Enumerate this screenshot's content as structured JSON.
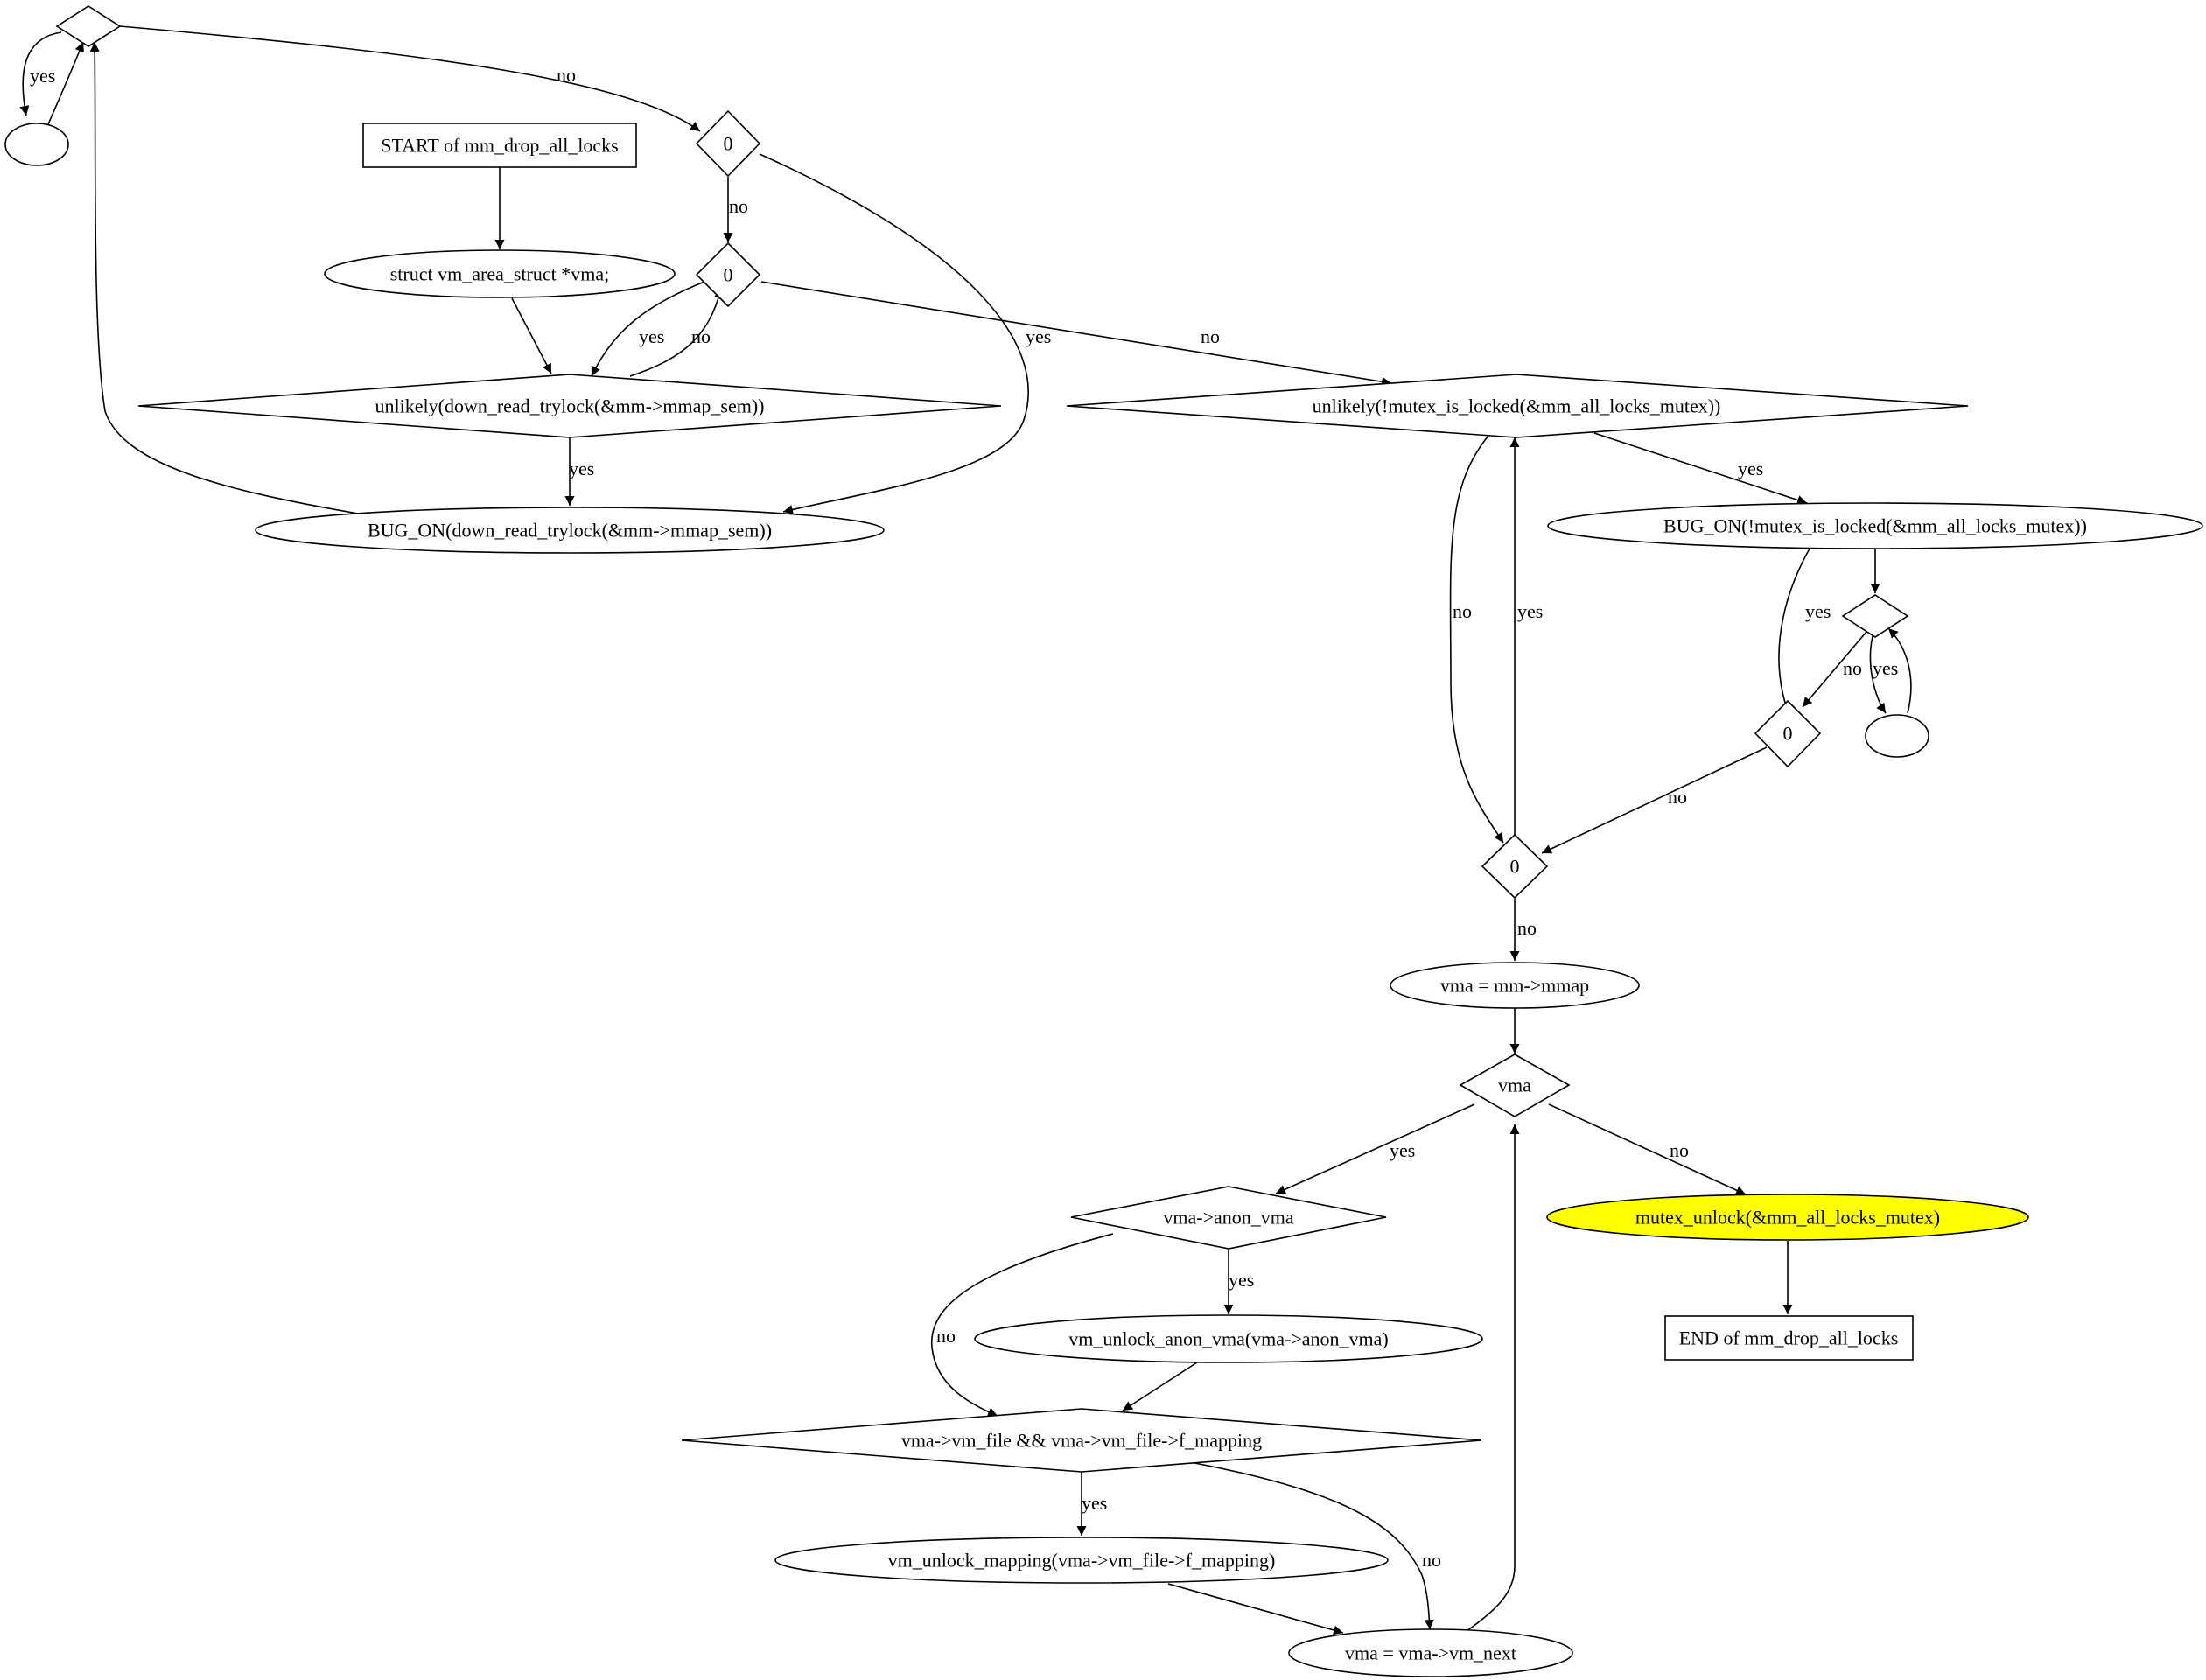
{
  "nodes": {
    "start": "START of mm_drop_all_locks",
    "decl": "struct vm_area_struct *vma;",
    "cond_trylock": "unlikely(down_read_trylock(&mm->mmap_sem))",
    "bug_trylock": "BUG_ON(down_read_trylock(&mm->mmap_sem))",
    "zero_a": "0",
    "zero_b": "0",
    "cond_mutex": "unlikely(!mutex_is_locked(&mm_all_locks_mutex))",
    "bug_mutex": "BUG_ON(!mutex_is_locked(&mm_all_locks_mutex))",
    "zero_c": "0",
    "zero_d": "0",
    "assign_vma": "vma = mm->mmap",
    "cond_vma": "vma",
    "cond_anon": "vma->anon_vma",
    "unlock_anon": "vm_unlock_anon_vma(vma->anon_vma)",
    "cond_file": "vma->vm_file && vma->vm_file->f_mapping",
    "unlock_mapping": "vm_unlock_mapping(vma->vm_file->f_mapping)",
    "next_vma": "vma = vma->vm_next",
    "mutex_unlock": "mutex_unlock(&mm_all_locks_mutex)",
    "end": "END of mm_drop_all_locks"
  },
  "edge_labels": {
    "yes": "yes",
    "no": "no"
  },
  "colors": {
    "highlight": "#ffff00",
    "stroke": "#000000",
    "background": "#ffffff"
  }
}
